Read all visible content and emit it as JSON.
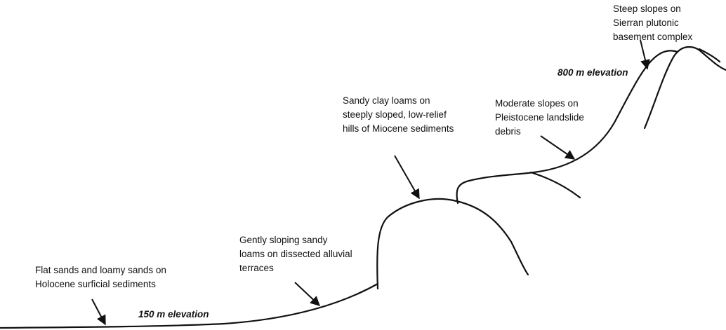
{
  "labels": {
    "flat": [
      "Flat sands and loamy sands on",
      "Holocene surficial sediments"
    ],
    "gentle": [
      "Gently sloping sandy",
      "loams on dissected alluvial",
      "terraces"
    ],
    "sandy_clay": [
      "Sandy clay loams on",
      "steeply sloped, low-relief",
      "hills of Miocene sediments"
    ],
    "moderate": [
      "Moderate slopes on",
      "Pleistocene landslide",
      "debris"
    ],
    "steep": [
      "Steep slopes on",
      "Sierran plutonic",
      "basement complex"
    ]
  },
  "elevations": {
    "low": "150 m elevation",
    "high": "800 m elevation"
  }
}
